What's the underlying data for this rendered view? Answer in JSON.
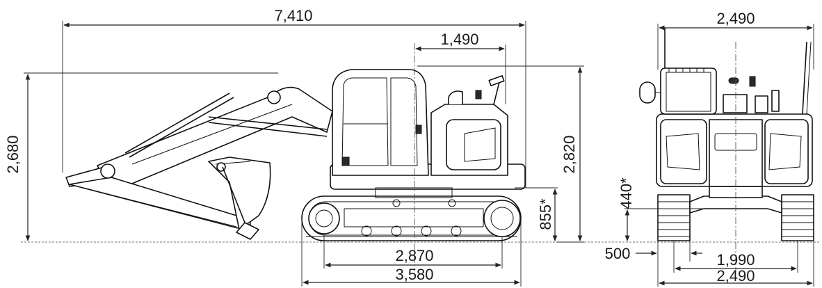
{
  "side_view": {
    "overall_length": "7,410",
    "tail_swing": "1,490",
    "height_boom": "2,680",
    "height_cab": "2,820",
    "tumbler_length": "2,870",
    "track_length": "3,580",
    "counterweight_clearance": "855*"
  },
  "front_view": {
    "overall_width": "2,490",
    "ground_clearance": "440*",
    "shoe_width": "500",
    "track_gauge": "1,990",
    "track_width": "2,490"
  },
  "icons": {
    "excavator_side": "excavator-side-view-icon",
    "excavator_front": "excavator-front-view-icon"
  },
  "colors": {
    "line": "#222222",
    "body": "#ffffff",
    "dark": "#2a2a2a"
  }
}
